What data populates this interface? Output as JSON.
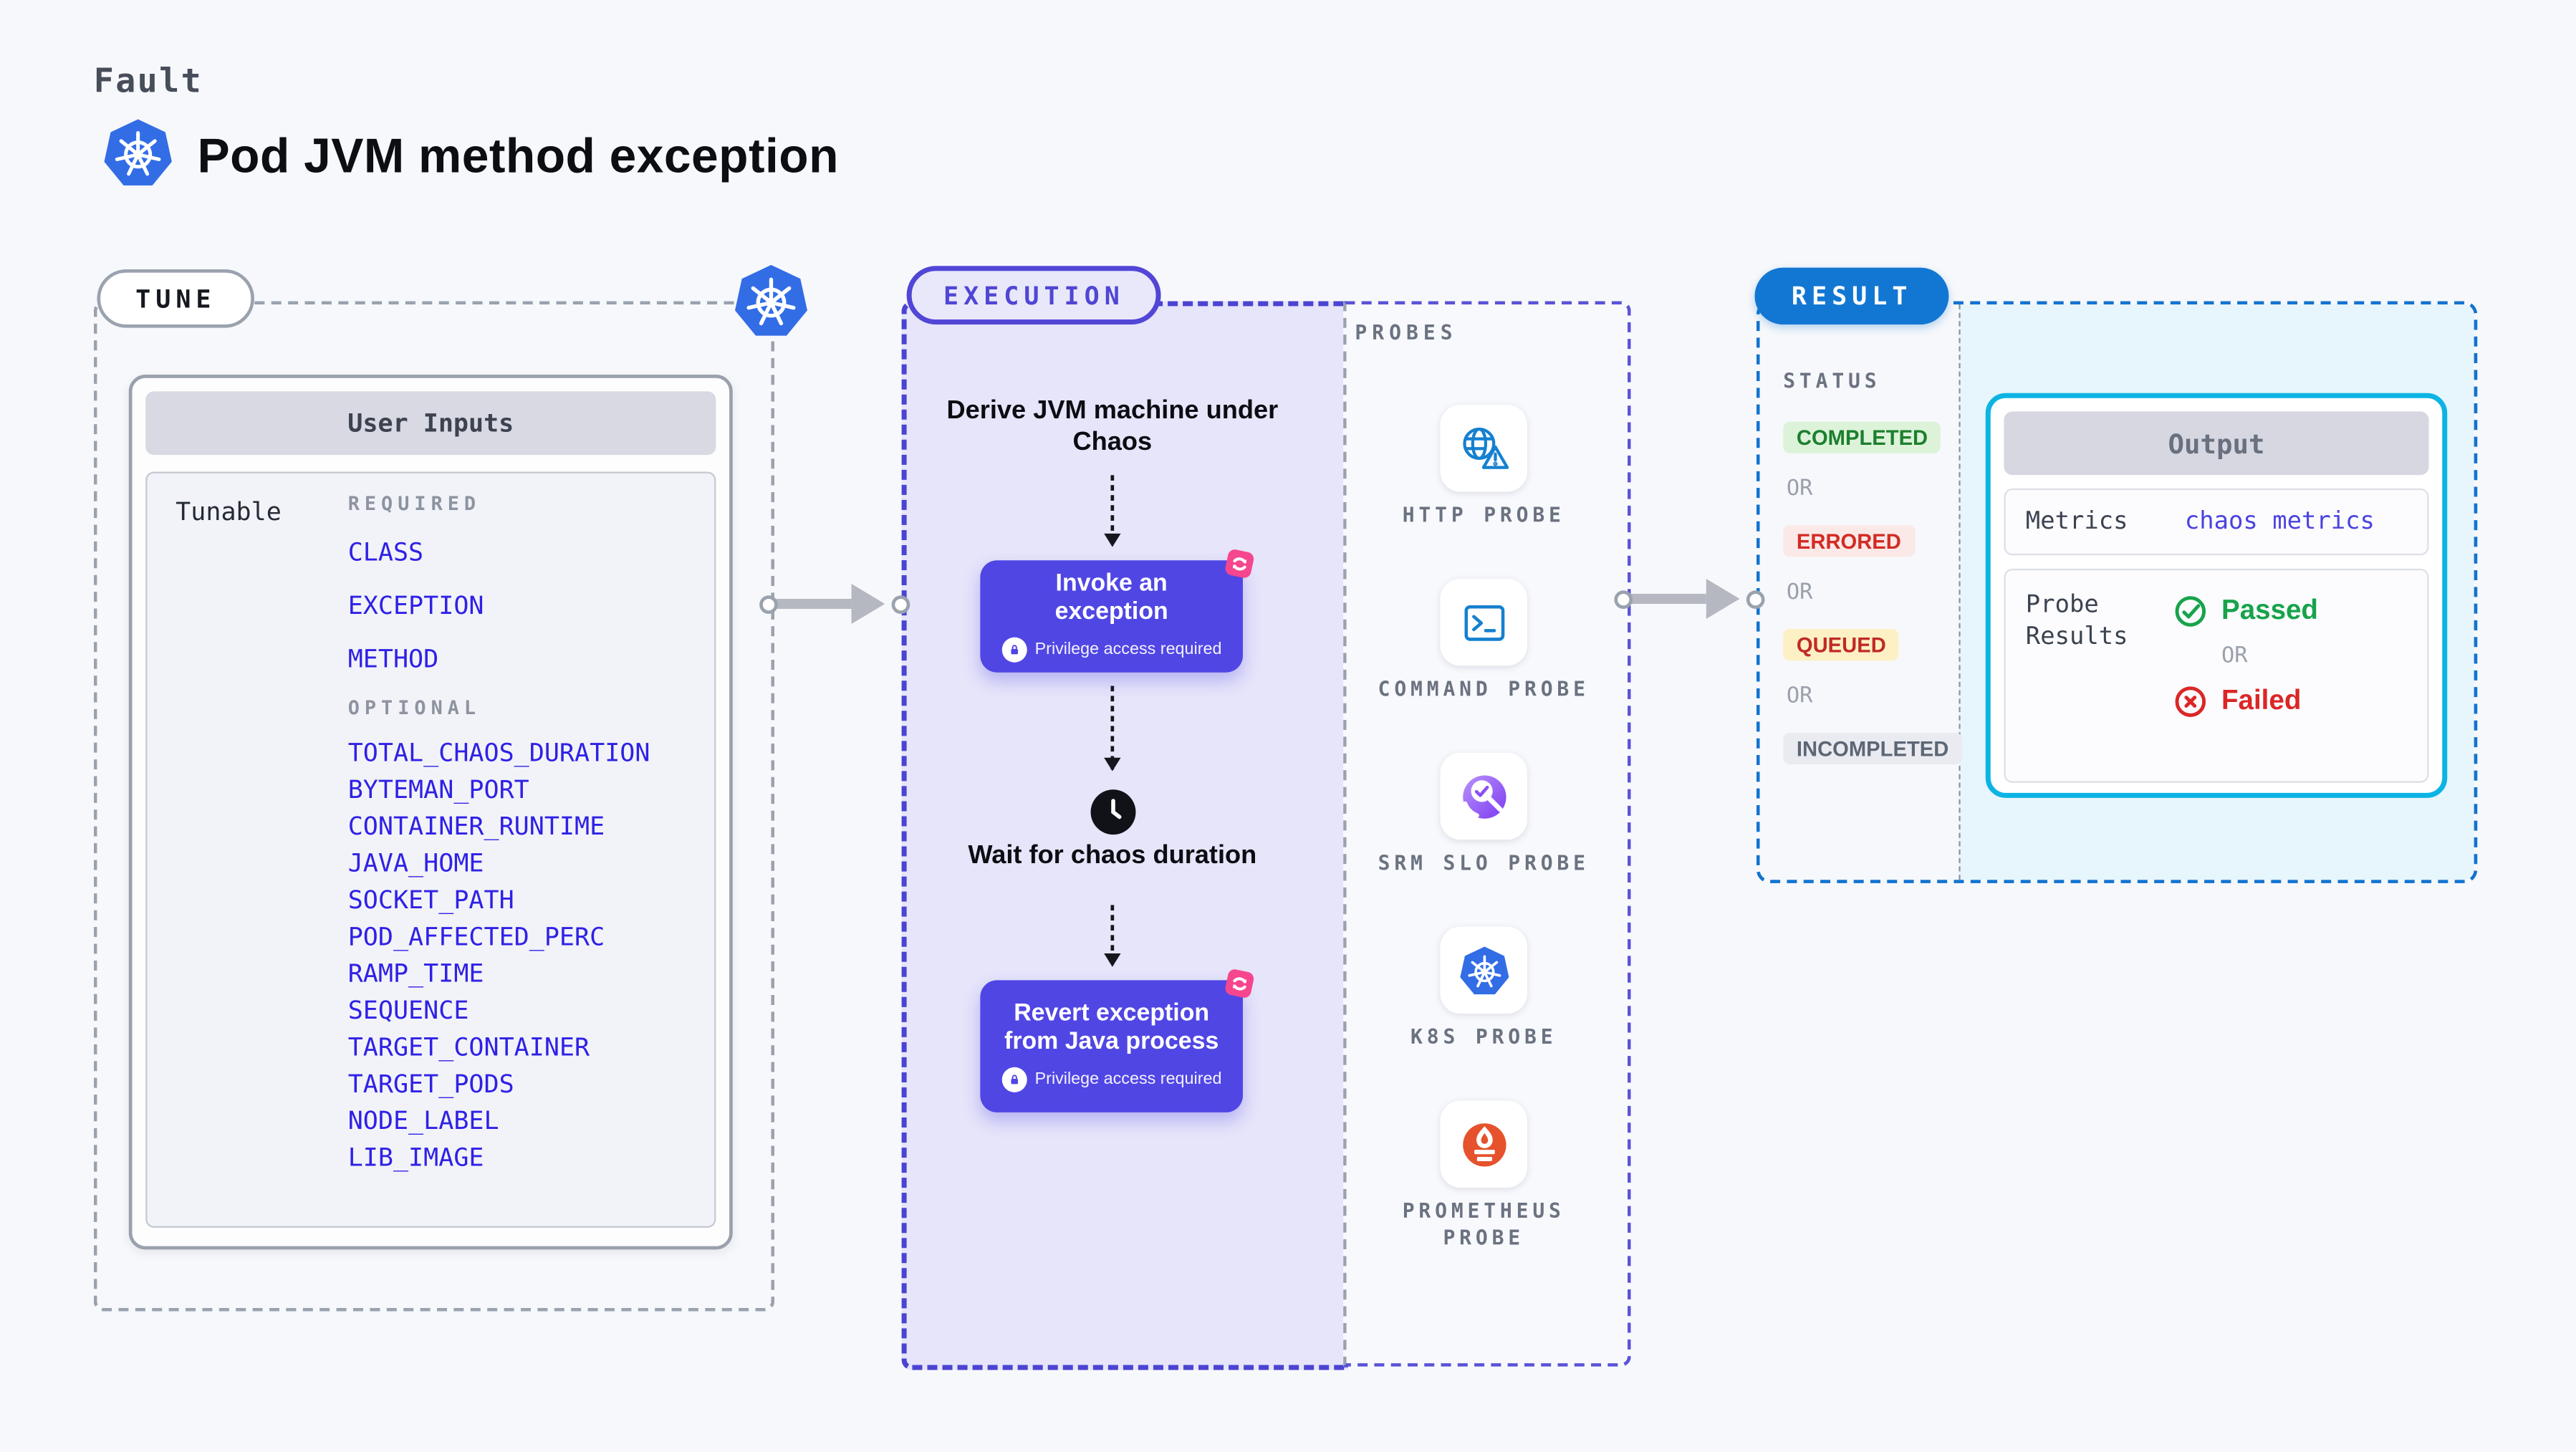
{
  "header": {
    "kicker": "Fault",
    "title": "Pod JVM method exception",
    "title_icon": "kubernetes-icon"
  },
  "tune": {
    "badge": "TUNE",
    "corner_icon": "kubernetes-icon",
    "panel_title": "User Inputs",
    "row_label": "Tunable",
    "required_label": "REQUIRED",
    "required_items": [
      "CLASS",
      "EXCEPTION",
      "METHOD"
    ],
    "optional_label": "OPTIONAL",
    "optional_items": [
      "TOTAL_CHAOS_DURATION",
      "BYTEMAN_PORT",
      "CONTAINER_RUNTIME",
      "JAVA_HOME",
      "SOCKET_PATH",
      "POD_AFFECTED_PERC",
      "RAMP_TIME",
      "SEQUENCE",
      "TARGET_CONTAINER",
      "TARGET_PODS",
      "NODE_LABEL",
      "LIB_IMAGE"
    ]
  },
  "execution": {
    "badge": "EXECUTION",
    "derive_label": "Derive JVM machine under Chaos",
    "invoke": {
      "title": "Invoke an exception",
      "note": "Privilege access required",
      "icon": "chaos-icon"
    },
    "wait_label": "Wait for chaos duration",
    "revert": {
      "title": "Revert exception from Java process",
      "note": "Privilege access required",
      "icon": "chaos-icon"
    }
  },
  "probes": {
    "label": "PROBES",
    "items": [
      {
        "name": "HTTP PROBE",
        "icon": "http-probe-icon"
      },
      {
        "name": "COMMAND PROBE",
        "icon": "command-probe-icon"
      },
      {
        "name": "SRM SLO PROBE",
        "icon": "srm-slo-probe-icon"
      },
      {
        "name": "K8S PROBE",
        "icon": "k8s-probe-icon"
      },
      {
        "name": "PROMETHEUS PROBE",
        "icon": "prometheus-probe-icon"
      }
    ]
  },
  "result": {
    "badge": "RESULT",
    "status_label": "STATUS",
    "or_label": "OR",
    "statuses": [
      {
        "label": "COMPLETED",
        "bg": "#dcf3da",
        "color": "#1d7f2d"
      },
      {
        "label": "ERRORED",
        "bg": "#fbe9e8",
        "color": "#d32b24"
      },
      {
        "label": "QUEUED",
        "bg": "#fdf0c5",
        "color": "#c02a24"
      },
      {
        "label": "INCOMPLETED",
        "bg": "#eaebf1",
        "color": "#5d6675"
      }
    ],
    "output": {
      "title": "Output",
      "metrics_label": "Metrics",
      "metrics_value": "chaos metrics",
      "probe_results_label": "Probe Results",
      "passed_label": "Passed",
      "failed_label": "Failed"
    }
  },
  "colors": {
    "page_bg": "#f7f8fb",
    "kubernetes_blue": "#326de6",
    "execution_bg": "#e6e5fa",
    "execution_border": "#4b43d2",
    "action_button": "#5046e4",
    "chaos_pink": "#f5468e",
    "env_item_blue": "#2f21e6",
    "probe_icon_blue": "#1580d0",
    "prometheus_orange": "#e6522c",
    "srm_purple": "#8b4ff2",
    "result_blue": "#1277d2",
    "output_border_cyan": "#0cb4e4",
    "result_panel_bg": "#e7f5fc",
    "passed_green": "#17a34b",
    "failed_red": "#dc2626"
  }
}
